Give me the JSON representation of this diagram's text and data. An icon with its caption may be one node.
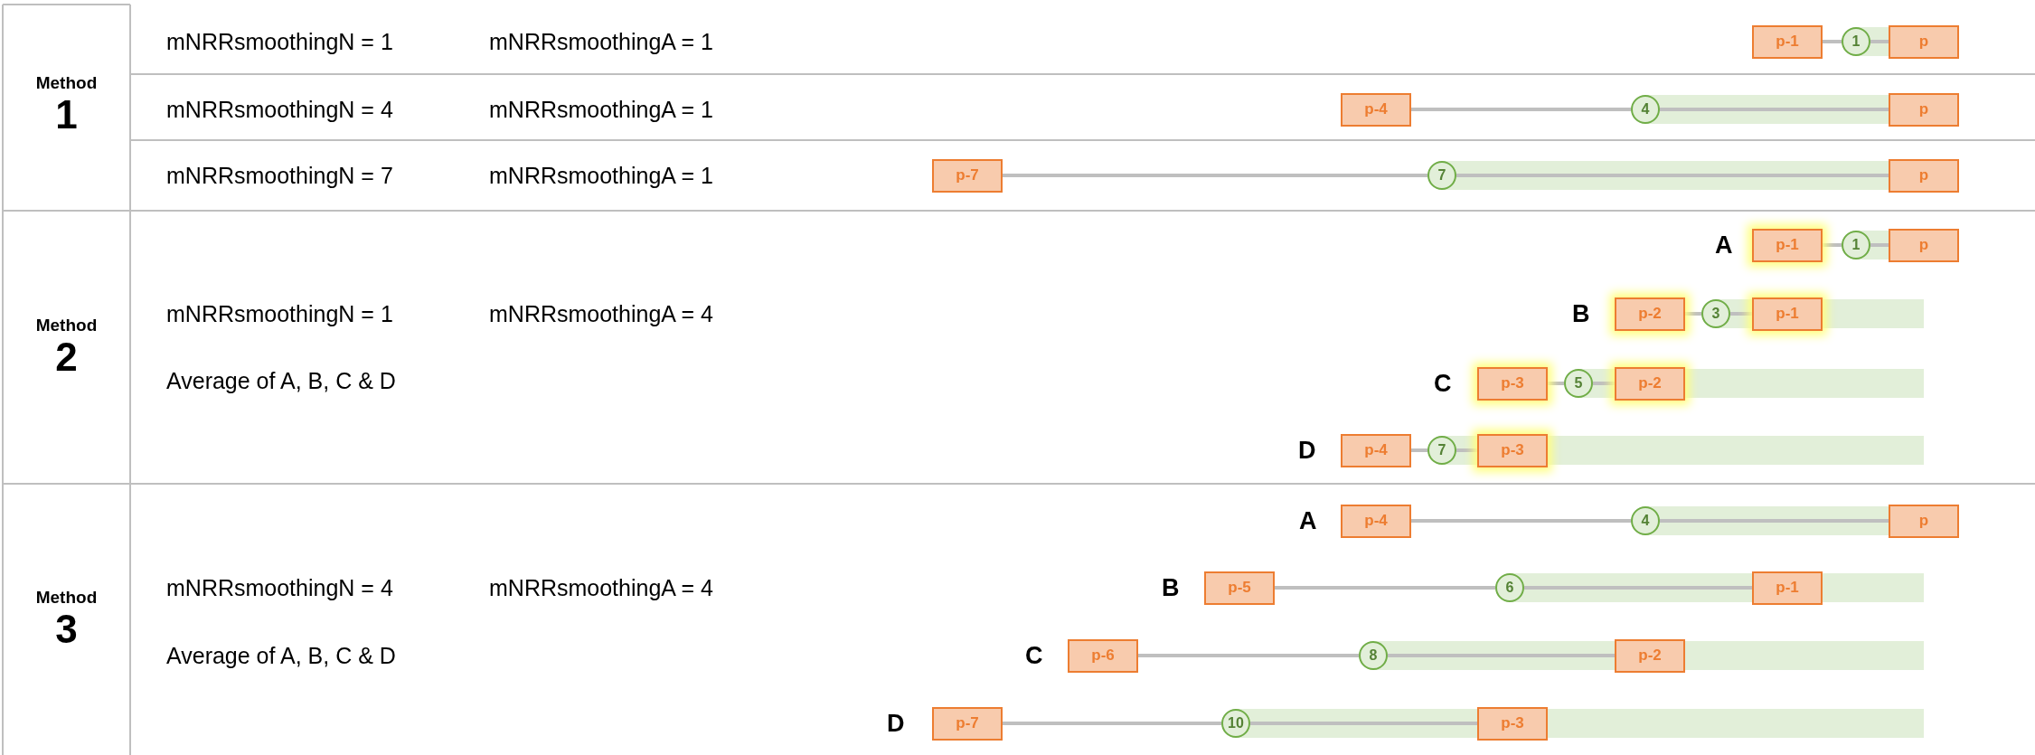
{
  "diagram": {
    "nodes": [
      {
        "text": [
          "Method",
          "1"
        ]
      },
      {
        "text": [
          "p-1"
        ]
      },
      {
        "text": [
          "1"
        ]
      },
      {
        "text": [
          "p"
        ]
      },
      {
        "text": [
          "p-4"
        ]
      },
      {
        "text": [
          "4"
        ]
      },
      {
        "text": [
          "p"
        ]
      },
      {
        "text": [
          "p-7"
        ]
      },
      {
        "text": [
          "7"
        ]
      },
      {
        "text": [
          "p"
        ]
      },
      {
        "text": [
          "Method",
          "2"
        ]
      },
      {
        "text": [
          "p-1"
        ]
      },
      {
        "text": [
          "1"
        ]
      },
      {
        "text": [
          "p"
        ]
      },
      {
        "text": [
          "p-2"
        ]
      },
      {
        "text": [
          "3"
        ]
      },
      {
        "text": [
          "p-1"
        ]
      },
      {
        "text": [
          "p-3"
        ]
      },
      {
        "text": [
          "5"
        ]
      },
      {
        "text": [
          "p-2"
        ]
      },
      {
        "text": [
          "p-4"
        ]
      },
      {
        "text": [
          "7"
        ]
      },
      {
        "text": [
          "p-3"
        ]
      },
      {
        "text": [
          "Method",
          "3"
        ]
      },
      {
        "text": [
          "p-4"
        ]
      },
      {
        "text": [
          "4"
        ]
      },
      {
        "text": [
          "p"
        ]
      },
      {
        "text": [
          "p-5"
        ]
      },
      {
        "text": [
          "6"
        ]
      },
      {
        "text": [
          "p-1"
        ]
      },
      {
        "text": [
          "p-6"
        ]
      },
      {
        "text": [
          "8"
        ]
      },
      {
        "text": [
          "p-2"
        ]
      },
      {
        "text": [
          "p-7"
        ]
      },
      {
        "text": [
          "10"
        ]
      },
      {
        "text": [
          "p-3"
        ]
      }
    ],
    "edges": [
      {
        "from": 1,
        "to": 2,
        "arrow": "none"
      },
      {
        "from": 2,
        "to": 3,
        "arrow": "none"
      },
      {
        "from": 4,
        "to": 5,
        "arrow": "none"
      },
      {
        "from": 5,
        "to": 6,
        "arrow": "none"
      },
      {
        "from": 7,
        "to": 8,
        "arrow": "none"
      },
      {
        "from": 8,
        "to": 9,
        "arrow": "none"
      },
      {
        "from": 11,
        "to": 12,
        "arrow": "none"
      },
      {
        "from": 12,
        "to": 13,
        "arrow": "none"
      },
      {
        "from": 14,
        "to": 15,
        "arrow": "none"
      },
      {
        "from": 15,
        "to": 16,
        "arrow": "none"
      },
      {
        "from": 17,
        "to": 18,
        "arrow": "none"
      },
      {
        "from": 18,
        "to": 19,
        "arrow": "none"
      },
      {
        "from": 20,
        "to": 21,
        "arrow": "none"
      },
      {
        "from": 21,
        "to": 22,
        "arrow": "none"
      },
      {
        "from": 24,
        "to": 25,
        "arrow": "none"
      },
      {
        "from": 25,
        "to": 26,
        "arrow": "none"
      },
      {
        "from": 27,
        "to": 28,
        "arrow": "none"
      },
      {
        "from": 28,
        "to": 29,
        "arrow": "none"
      },
      {
        "from": 30,
        "to": 31,
        "arrow": "none"
      },
      {
        "from": 31,
        "to": 32,
        "arrow": "none"
      },
      {
        "from": 33,
        "to": 34,
        "arrow": "none"
      },
      {
        "from": 34,
        "to": 35,
        "arrow": "none"
      }
    ],
    "labels": [
      "mNRRsmoothingN = 1",
      "mNRRsmoothingA = 1",
      "mNRRsmoothingN = 4",
      "mNRRsmoothingA = 1",
      "mNRRsmoothingN = 7",
      "mNRRsmoothingA = 1",
      "A",
      "mNRRsmoothingN = 1",
      "mNRRsmoothingA = 4",
      "B",
      "Average of A, B, C & D",
      "C",
      "D",
      "A",
      "mNRRsmoothingN = 4",
      "mNRRsmoothingA = 4",
      "B",
      "Average of A, B, C & D",
      "C",
      "D"
    ]
  }
}
